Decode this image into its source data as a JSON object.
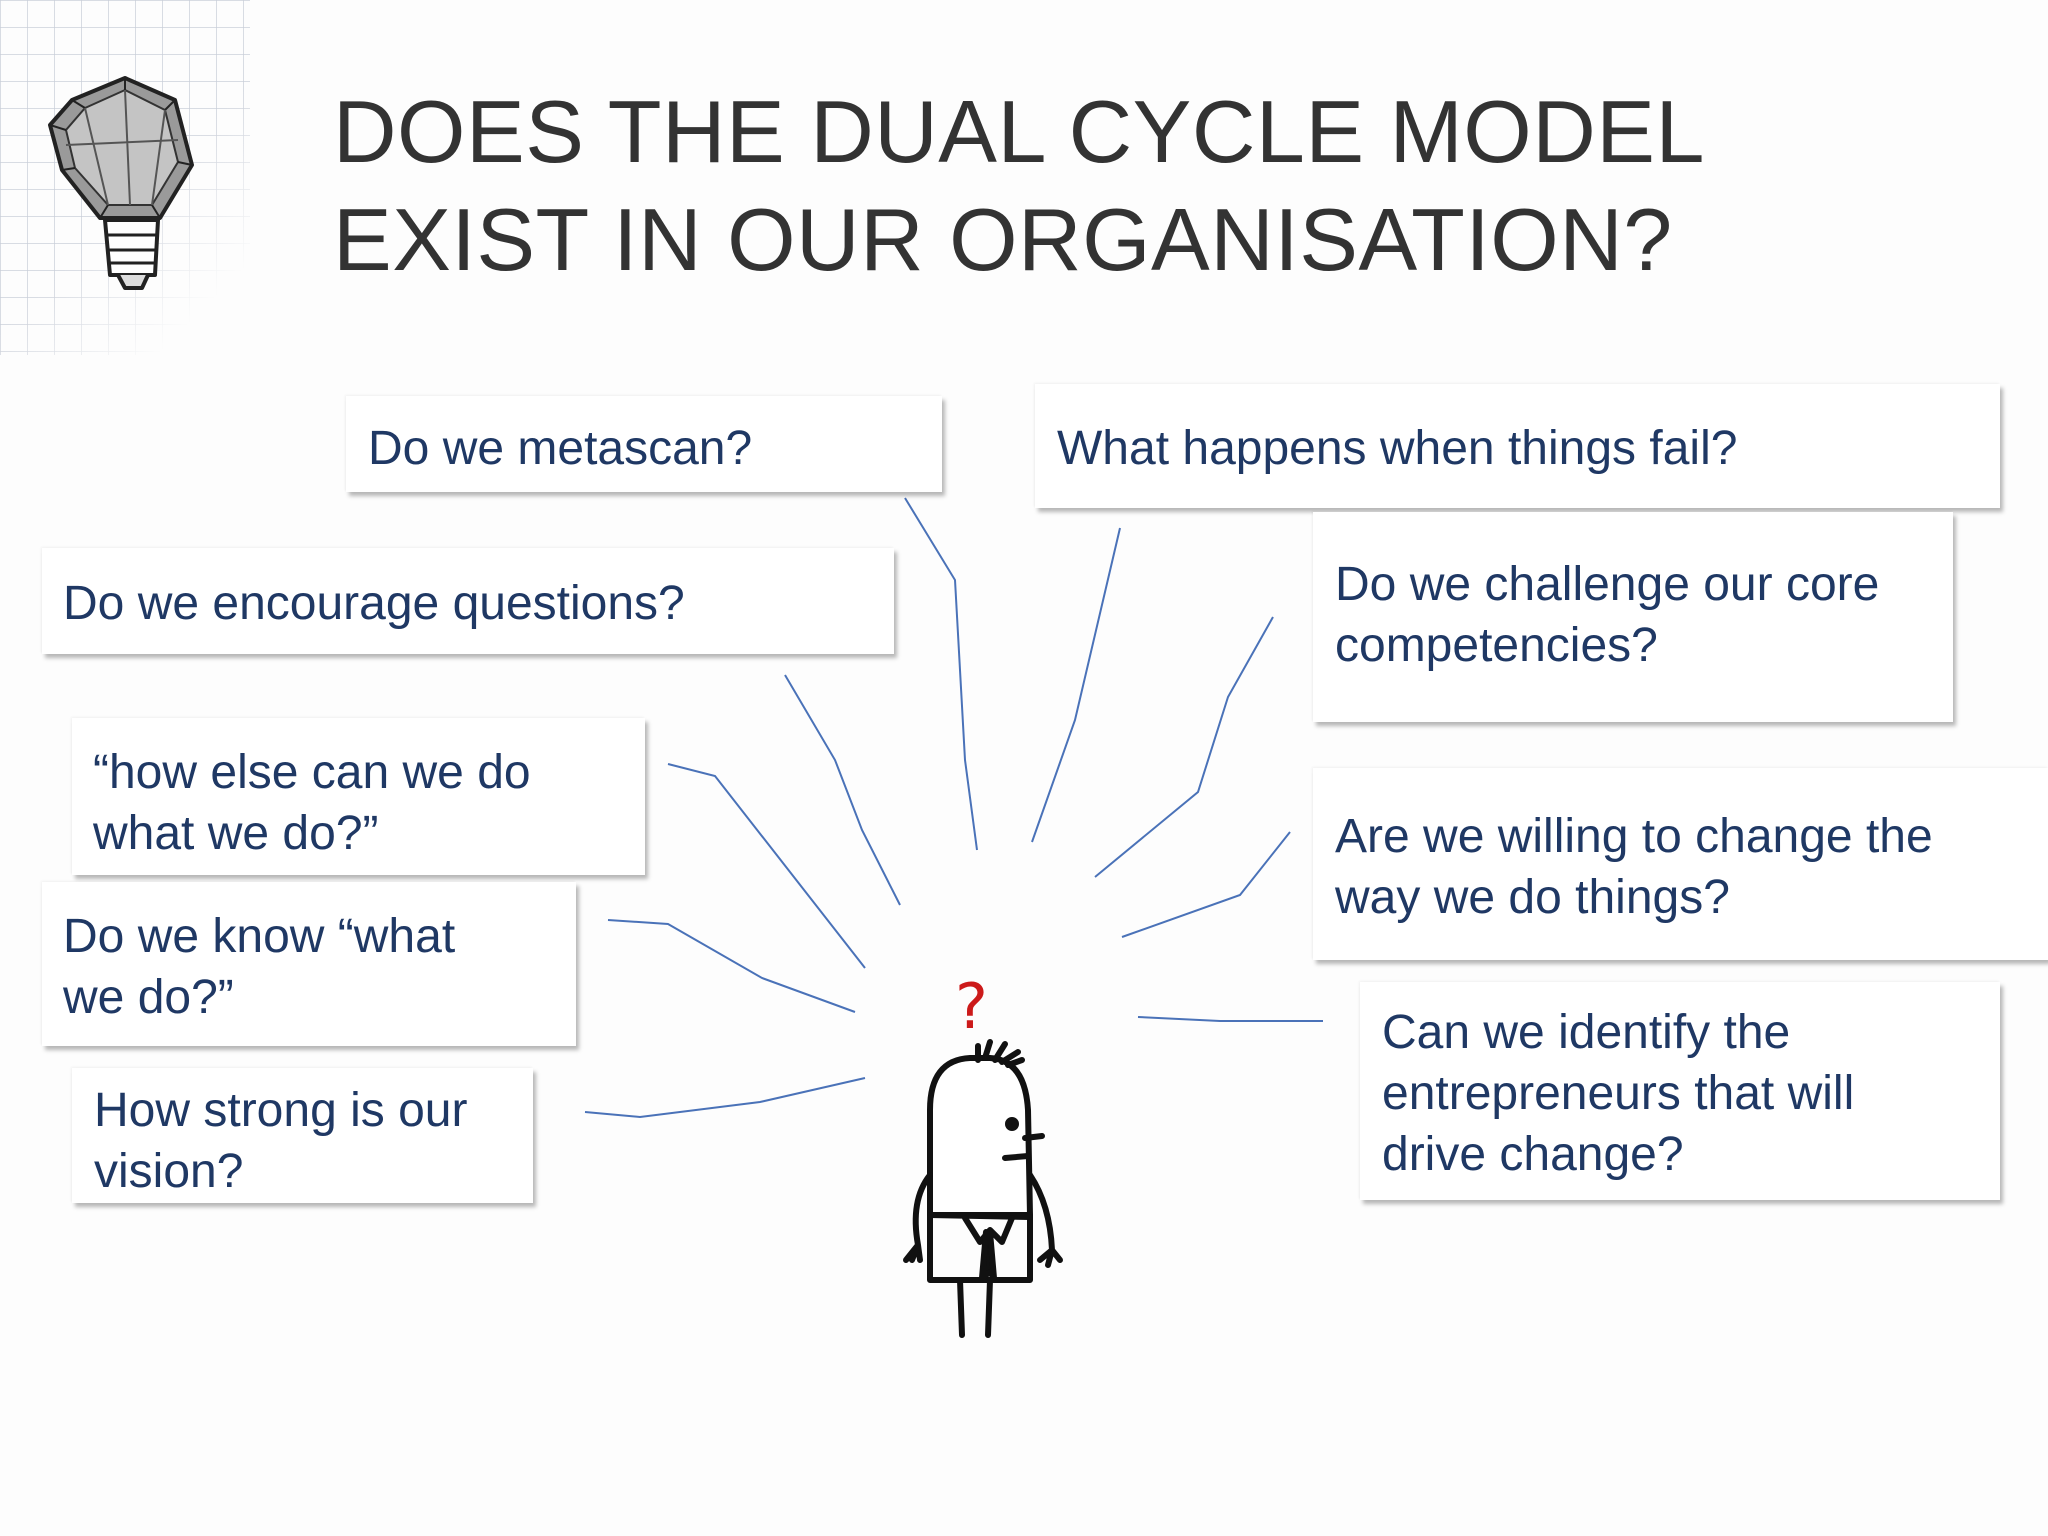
{
  "title": {
    "line1": "DOES THE DUAL CYCLE MODEL",
    "line2": "EXIST IN OUR ORGANISATION?"
  },
  "questions": {
    "metascan": [
      "Do we metascan?"
    ],
    "encourage": [
      "Do we encourage questions?"
    ],
    "how_else": [
      "“how else can we do",
      "what we do?”"
    ],
    "know_what": [
      "Do we know “what",
      "we do?”"
    ],
    "vision": [
      "How strong is our",
      "vision?"
    ],
    "fail": [
      "What happens when things fail?"
    ],
    "core": [
      "Do we challenge our core",
      "competencies?"
    ],
    "willing": [
      "Are we willing to change the",
      "way we do things?"
    ],
    "entrepreneurs": [
      "Can we identify the",
      "entrepreneurs that will",
      "drive change?"
    ]
  },
  "question_mark": "?",
  "icons": [
    "lightbulb-icon",
    "thinking-man-icon"
  ],
  "colors": {
    "title": "#333333",
    "question_text": "#1f3864",
    "connector": "#4a72b8",
    "question_mark": "#cc1a1a"
  }
}
